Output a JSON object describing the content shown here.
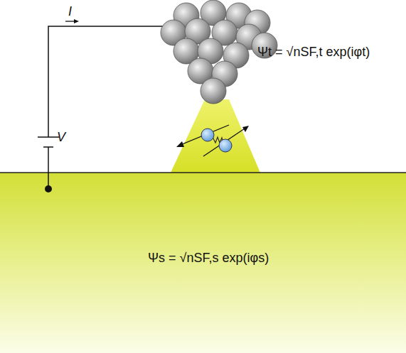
{
  "diagram": {
    "nodes": [
      {
        "text": [
          "Ψs = √nSF,s exp(iφs)"
        ]
      }
    ],
    "labels": [
      "I",
      "V",
      "Ψt = √nSF,t exp(iφt)"
    ]
  }
}
